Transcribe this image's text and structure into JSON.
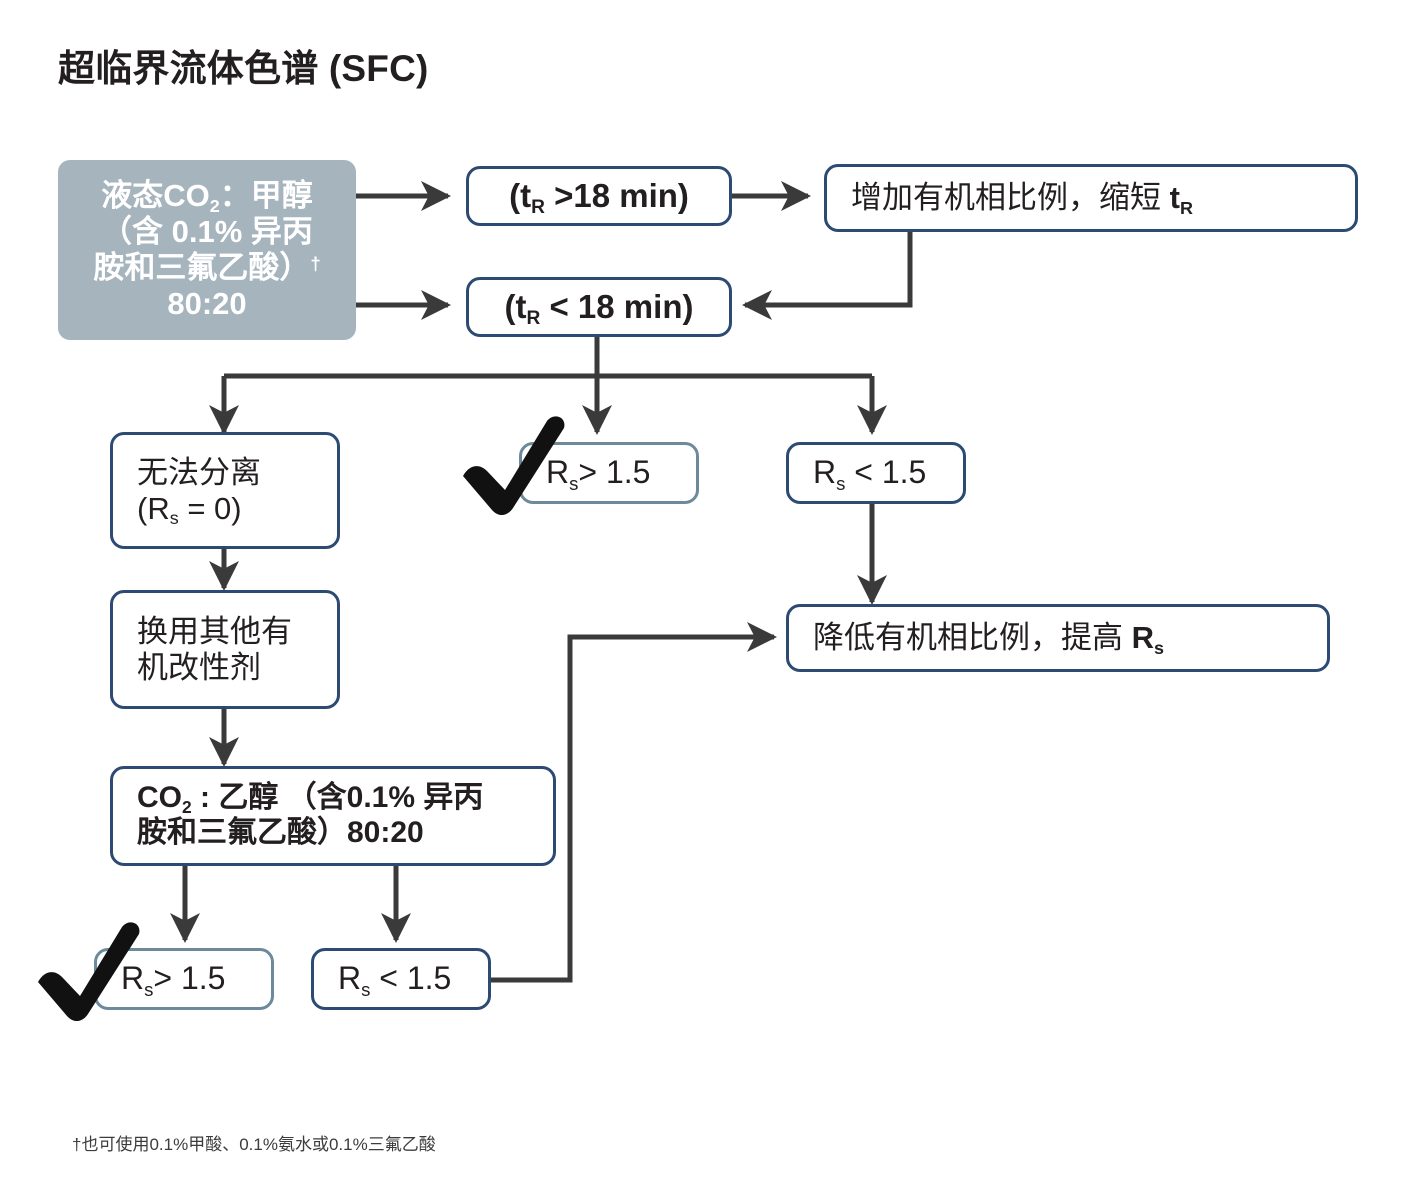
{
  "page": {
    "title": "超临界流体色谱 (SFC)",
    "footnote": "†也可使用0.1%甲酸、0.1%氨水或0.1%三氟乙酸",
    "colors": {
      "border_navy": "#2d4a72",
      "border_light": "#6d8a9c",
      "start_fill": "#a6b4bd",
      "connector": "#3a3a3a",
      "text": "#231f20",
      "start_text": "#ffffff"
    }
  },
  "nodes": {
    "start": {
      "line1_pre": "液态CO",
      "line1_sub": "2",
      "line1_post": "：甲醇",
      "line2": "（含 0.1% 异丙",
      "line3": "胺和三氟乙酸）",
      "line3_dagger": "†",
      "line4": "80:20"
    },
    "tr_gt": {
      "pre": "(t",
      "sub": "R",
      "post": " >18 min)"
    },
    "tr_lt": {
      "pre": "(t",
      "sub": "R",
      "post": " < 18 min)"
    },
    "increase_organic": {
      "text": "增加有机相比例，缩短 ",
      "symbol": "t",
      "sub": "R"
    },
    "no_separation": {
      "line1": "无法分离",
      "line2_pre": "(R",
      "line2_sub": "s",
      "line2_post": " = 0)"
    },
    "rs_gt_top": {
      "pre": "R",
      "sub": "s",
      "post": "> 1.5"
    },
    "rs_lt_top": {
      "pre": "R",
      "sub": "s",
      "post": " < 1.5"
    },
    "decrease_organic": {
      "text": "降低有机相比例，提高 ",
      "symbol": "R",
      "sub": "s"
    },
    "switch_modifier": {
      "line1": "换用其他有",
      "line2": "机改性剂"
    },
    "co2_ethanol": {
      "line1_pre": "CO",
      "line1_sub": "2",
      "line1_post": " : 乙醇 （含0.1% 异丙",
      "line2": "胺和三氟乙酸）80:20"
    },
    "rs_gt_bottom": {
      "pre": "R",
      "sub": "s",
      "post": "> 1.5"
    },
    "rs_lt_bottom": {
      "pre": "R",
      "sub": "s",
      "post": " < 1.5"
    }
  },
  "marks": {
    "check_top_label": "check-mark",
    "check_bottom_label": "check-mark"
  },
  "flow": {
    "edges": [
      {
        "from": "start",
        "to": "tr_gt"
      },
      {
        "from": "start",
        "to": "tr_lt"
      },
      {
        "from": "tr_gt",
        "to": "increase_organic"
      },
      {
        "from": "increase_organic",
        "to": "tr_lt"
      },
      {
        "from": "tr_lt",
        "to": "no_separation"
      },
      {
        "from": "tr_lt",
        "to": "rs_gt_top"
      },
      {
        "from": "tr_lt",
        "to": "rs_lt_top"
      },
      {
        "from": "rs_lt_top",
        "to": "decrease_organic"
      },
      {
        "from": "no_separation",
        "to": "switch_modifier"
      },
      {
        "from": "switch_modifier",
        "to": "co2_ethanol"
      },
      {
        "from": "co2_ethanol",
        "to": "rs_gt_bottom"
      },
      {
        "from": "co2_ethanol",
        "to": "rs_lt_bottom"
      },
      {
        "from": "rs_lt_bottom",
        "to": "decrease_organic"
      }
    ]
  }
}
